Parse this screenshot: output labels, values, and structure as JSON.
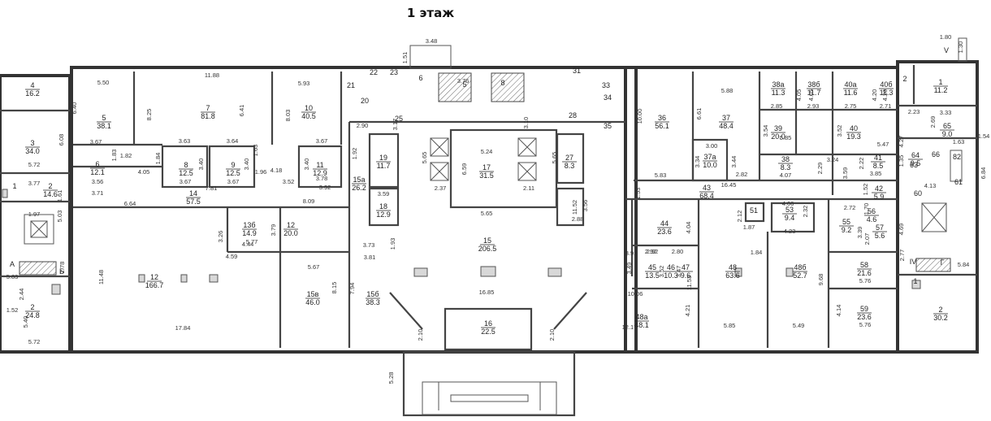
{
  "title": "1 этаж",
  "rooms": [
    {
      "n": "4",
      "a": "16.2"
    },
    {
      "n": "3",
      "a": "34.0"
    },
    {
      "n": "2",
      "a": "14.6"
    },
    {
      "n": "2",
      "a": "24.8"
    },
    {
      "n": "5",
      "a": "38.1"
    },
    {
      "n": "7",
      "a": "81.8"
    },
    {
      "n": "10",
      "a": "40.5"
    },
    {
      "n": "6",
      "a": "12.1"
    },
    {
      "n": "8",
      "a": "12.5"
    },
    {
      "n": "9",
      "a": "12.5"
    },
    {
      "n": "11",
      "a": "12.9"
    },
    {
      "n": "14",
      "a": "57.5"
    },
    {
      "n": "15a",
      "a": "26.2"
    },
    {
      "n": "12",
      "a": "166.7"
    },
    {
      "n": "13б",
      "a": "14.9"
    },
    {
      "n": "12",
      "a": "20.0"
    },
    {
      "n": "15в",
      "a": "46.0"
    },
    {
      "n": "15б",
      "a": "38.3"
    },
    {
      "n": "19",
      "a": "11.7"
    },
    {
      "n": "18",
      "a": "12.9"
    },
    {
      "n": "17",
      "a": "31.5"
    },
    {
      "n": "15",
      "a": "206.5"
    },
    {
      "n": "16",
      "a": "22.5"
    },
    {
      "n": "27",
      "a": "8.3"
    },
    {
      "n": "36",
      "a": "56.1"
    },
    {
      "n": "37",
      "a": "48.4"
    },
    {
      "n": "37a",
      "a": "10.0"
    },
    {
      "n": "43",
      "a": "68.4"
    },
    {
      "n": "44",
      "a": "23.6"
    },
    {
      "n": "45",
      "a": "13.5"
    },
    {
      "n": "46",
      "a": "10.3"
    },
    {
      "n": "47",
      "a": "9.6"
    },
    {
      "n": "48",
      "a": "63.6"
    },
    {
      "n": "48б",
      "a": "52.7"
    },
    {
      "n": "48a",
      "a": "48.1"
    },
    {
      "n": "53",
      "a": "9.4"
    },
    {
      "n": "38a",
      "a": "11.3"
    },
    {
      "n": "38б",
      "a": "11.7"
    },
    {
      "n": "40a",
      "a": "11.6"
    },
    {
      "n": "40б",
      "a": "11.3"
    },
    {
      "n": "39",
      "a": "20.0"
    },
    {
      "n": "40",
      "a": "19.3"
    },
    {
      "n": "38",
      "a": "8.3"
    },
    {
      "n": "41",
      "a": "8.5"
    },
    {
      "n": "42",
      "a": "5.9"
    },
    {
      "n": "55",
      "a": "9.2"
    },
    {
      "n": "56",
      "a": "4.6"
    },
    {
      "n": "57",
      "a": "5.6"
    },
    {
      "n": "58",
      "a": "21.6"
    },
    {
      "n": "59",
      "a": "23.6"
    },
    {
      "n": "1",
      "a": "11.2"
    },
    {
      "n": "64",
      "a": "9.5"
    },
    {
      "n": "65",
      "a": "9.0"
    },
    {
      "n": "2",
      "a": "30.2"
    }
  ],
  "labels": [
    "20",
    "21",
    "22",
    "23",
    "6",
    "5",
    "8",
    "25",
    "28",
    "31",
    "33",
    "34",
    "35",
    "51",
    "60",
    "61",
    "63",
    "66",
    "82",
    "1",
    "1",
    "2",
    "A",
    "V",
    "Б",
    "IV",
    "Г"
  ],
  "dims": [
    "3.48",
    "1.51",
    "5.50",
    "11.88",
    "5.93",
    "6.40",
    "8.25",
    "6.41",
    "8.03",
    "3.67",
    "1.83",
    "3.63",
    "3.64",
    "1.63",
    "3.67",
    "1.82",
    "1.84",
    "3.40",
    "3.40",
    "1.96",
    "4.18",
    "3.40",
    "3.78",
    "4.05",
    "3.67",
    "3.67",
    "3.52",
    "3.92",
    "7.81",
    "6.08",
    "5.72",
    "3.56",
    "3.71",
    "1.61",
    "3.77",
    "5.03",
    "6.64",
    "1.97",
    "8.09",
    "2.90",
    "1.92",
    "3.17",
    "5.65",
    "5.24",
    "5.65",
    "6.59",
    "2.37",
    "2.11",
    "3.10",
    "3.59",
    "5.65",
    "3.26",
    "3.79",
    "4.44",
    "5.77",
    "4.59",
    "3.73",
    "1.93",
    "3.81",
    "5.67",
    "8.15",
    "7.94",
    "11.48",
    "17.84",
    "16.85",
    "2.10",
    "2.10",
    "5.28",
    "5.83",
    "2.44",
    "2.78",
    "1.52",
    "5.40",
    "5.72",
    "11.52",
    "2.88",
    "3.56",
    "3.76",
    "10.00",
    "5.83",
    "6.61",
    "5.88",
    "3.00",
    "3.34",
    "3.44",
    "2.82",
    "16.45",
    "1.53",
    "4.05",
    "4.05",
    "4.20",
    "4.20",
    "2.85",
    "2.93",
    "2.75",
    "2.71",
    "3.54",
    "5.85",
    "3.52",
    "5.47",
    "2.29",
    "4.07",
    "3.24",
    "3.59",
    "2.22",
    "3.85",
    "1.52",
    "2.12",
    "1.87",
    "4.06",
    "2.32",
    "4.23",
    "2.72",
    "1.70",
    "3.39",
    "2.07",
    "1.84",
    "9.68",
    "11.53",
    "5.85",
    "5.49",
    "4.04",
    "2.92",
    "3.91",
    "2.92",
    "2.80",
    "3.49",
    "3.52",
    "3.47",
    "10.06",
    "12.17",
    "4.21",
    "4.14",
    "5.76",
    "5.76",
    "1.80",
    "1.30",
    "1.54",
    "6.84",
    "2.23",
    "3.33",
    "2.69",
    "4.27",
    "1.63",
    "1.35",
    "4.13",
    "4.69",
    "2.77",
    "5.84"
  ]
}
